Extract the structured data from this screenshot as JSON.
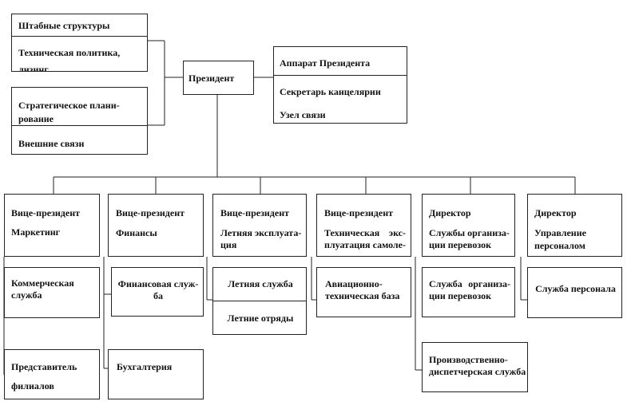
{
  "staff": {
    "items": [
      "Штабные структуры",
      "Техническая политика,",
      "лизинг",
      "Стратегическое плани-",
      "рование",
      "Внешние связи"
    ]
  },
  "president": {
    "label": "Президент"
  },
  "apparatus": {
    "items": [
      "Аппарат Президента",
      "Секретарь канцелярии",
      "Узел связи"
    ]
  },
  "columns": [
    {
      "head": [
        "Вице-президент",
        "Маркетинг"
      ],
      "subs": [
        [
          "Коммерческая",
          "служба"
        ],
        [
          "Представитель",
          "филиалов"
        ]
      ]
    },
    {
      "head": [
        "Вице-президент",
        "Финансы"
      ],
      "subs": [
        [
          "Финансовая служ-",
          "ба"
        ],
        [
          "Бухгалтерия"
        ]
      ]
    },
    {
      "head": [
        "Вице-президент",
        "Летняя эксплуата-",
        "ция"
      ],
      "subs": [
        [
          "Летняя служба"
        ],
        [
          "Летние отряды"
        ]
      ]
    },
    {
      "head": [
        "Вице-президент",
        "Техническая экс-",
        "плуатация самоле-"
      ],
      "subs": [
        [
          "Авиационно-",
          "техническая база"
        ]
      ]
    },
    {
      "head": [
        "Директор",
        "Службы организа-",
        "ции перевозок"
      ],
      "subs": [
        [
          "Служба организа-",
          "ции перевозок"
        ],
        [
          "Производственно-",
          "диспетчерская служба"
        ]
      ]
    },
    {
      "head": [
        "Директор",
        "Управление",
        "персоналом"
      ],
      "subs": [
        [
          "Служба персонала"
        ]
      ]
    }
  ]
}
